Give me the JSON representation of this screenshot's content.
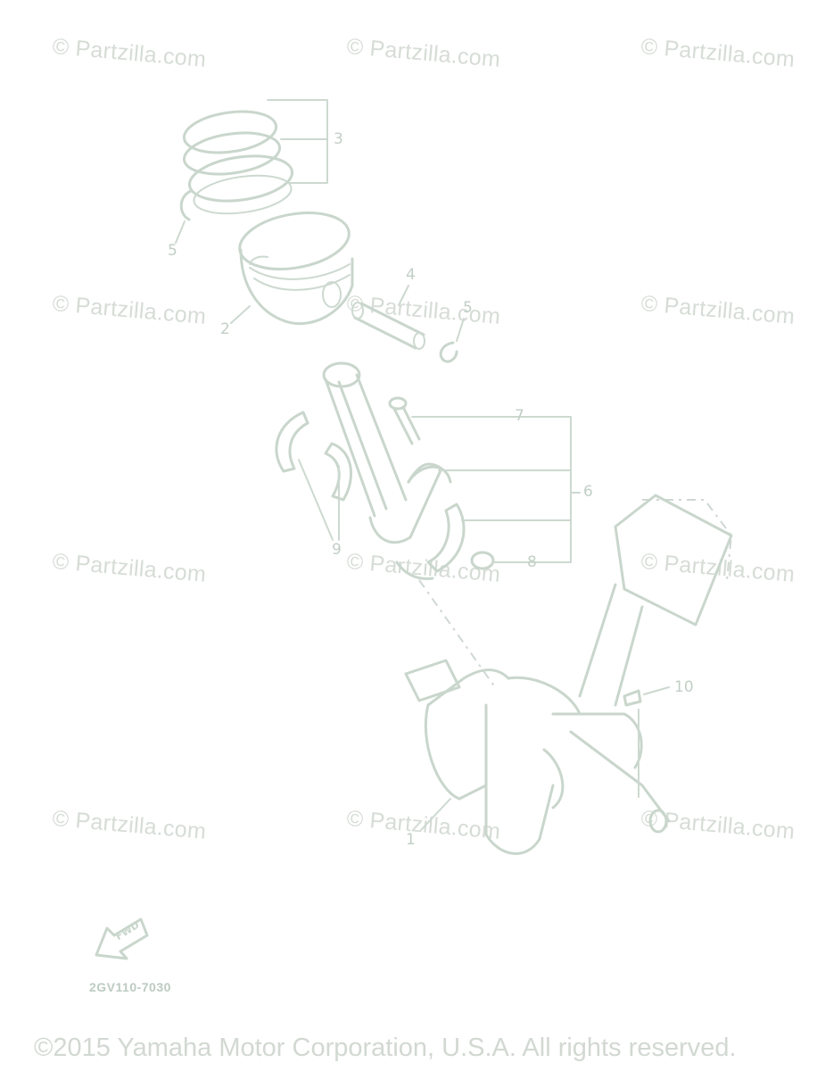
{
  "watermark": "© Partzilla.com",
  "callouts": {
    "c1": "1",
    "c2": "2",
    "c3": "3",
    "c4": "4",
    "c5a": "5",
    "c5b": "5",
    "c6": "6",
    "c7": "7",
    "c8": "8",
    "c9": "9",
    "c10": "10"
  },
  "fwd_label": "FWD",
  "diagram_code": "2GV110-7030",
  "copyright": "©2015 Yamaha Motor Corporation, U.S.A. All rights reserved.",
  "colors": {
    "line": "#c9d6cc",
    "watermark": "#d6dcd6",
    "background": "#ffffff"
  }
}
